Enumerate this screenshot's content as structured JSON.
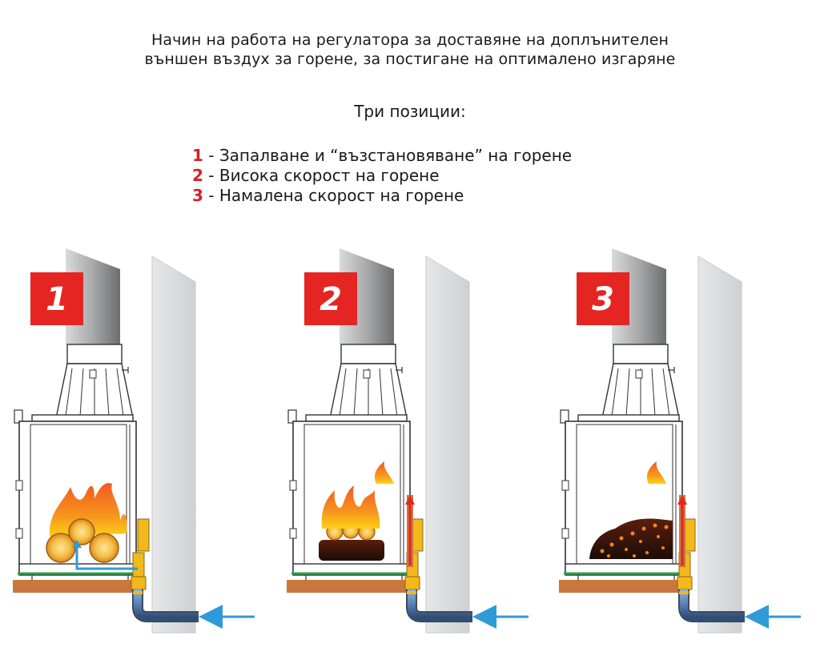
{
  "title": {
    "line1": "Начин на работа на регулатора за доставяне на доплънителен",
    "line2": "външен въздух за горене, за постигане на оптималено изгаряне"
  },
  "subtitle": "Три позиции:",
  "positions": [
    {
      "number": "1",
      "text": " - Запалване и “възстановяване” на  горене"
    },
    {
      "number": "2",
      "text": " - Висока скорост на горене"
    },
    {
      "number": "3",
      "text": " - Намалена скорост на горене"
    }
  ],
  "panels": [
    {
      "badge": "1",
      "state": "ignition",
      "fire": "large flames on logs"
    },
    {
      "badge": "2",
      "state": "high-burn",
      "fire": "flames over logs and coals"
    },
    {
      "badge": "3",
      "state": "reduced-burn",
      "fire": "glowing coal bed"
    }
  ],
  "colors": {
    "badge_red": "#e52521",
    "accent_number": "#d62027",
    "wall_gray": "#d9dadb",
    "flue_gray": "#8c8d8f",
    "shelf_brown": "#c9773c",
    "air_blue": "#2f9ad8",
    "pipe_blue": "#4f7fb5",
    "regulator_yellow": "#f2b81c",
    "floor_green": "#2ea24a",
    "flame_orange": "#f57f20"
  },
  "icons": [
    "arrow-right-icon",
    "flame-icon",
    "log-icon"
  ]
}
